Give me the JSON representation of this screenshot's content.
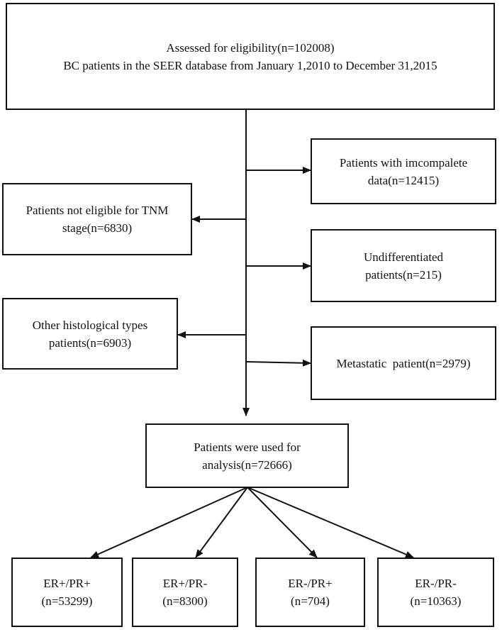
{
  "diagram": {
    "nodes": {
      "assessed": {
        "lines": [
          "Assessed for eligibility(n=102008)",
          "BC patients in the SEER database from January 1,2010 to December 31,2015"
        ]
      },
      "incomplete": {
        "lines": [
          "Patients with imcompalete",
          "data(n=12415)"
        ]
      },
      "not_eligible_tnm": {
        "lines": [
          "Patients not eligible for TNM",
          "stage(n=6830)"
        ]
      },
      "undifferentiated": {
        "lines": [
          "Undifferentiated",
          "patients(n=215)"
        ]
      },
      "other_histological": {
        "lines": [
          "Other histological types",
          "patients(n=6903)"
        ]
      },
      "metastatic": {
        "lines": [
          "Metastatic  patient(n=2979)"
        ]
      },
      "analysis": {
        "lines": [
          "Patients were used for",
          "analysis(n=72666)"
        ]
      },
      "er_pos_pr_pos": {
        "lines": [
          "ER+/PR+",
          "(n=53299)"
        ]
      },
      "er_pos_pr_neg": {
        "lines": [
          "ER+/PR-",
          "(n=8300)"
        ]
      },
      "er_neg_pr_pos": {
        "lines": [
          "ER-/PR+",
          "(n=704)"
        ]
      },
      "er_neg_pr_neg": {
        "lines": [
          "ER-/PR-",
          "(n=10363)"
        ]
      }
    },
    "colors": {
      "stroke": "#111111",
      "background": "#ffffff"
    }
  }
}
